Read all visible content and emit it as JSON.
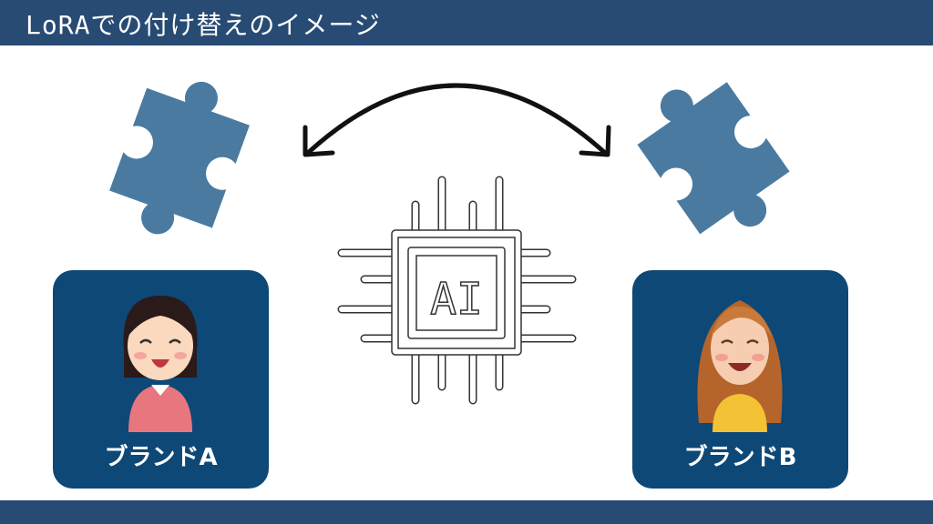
{
  "header": {
    "title": "LoRAでの付け替えのイメージ"
  },
  "chip": {
    "label": "AI"
  },
  "cards": [
    {
      "label": "ブランドA"
    },
    {
      "label": "ブランドB"
    }
  ],
  "colors": {
    "header": "#284b74",
    "card": "#0d4877",
    "puzzle": "#4a7aa0"
  }
}
